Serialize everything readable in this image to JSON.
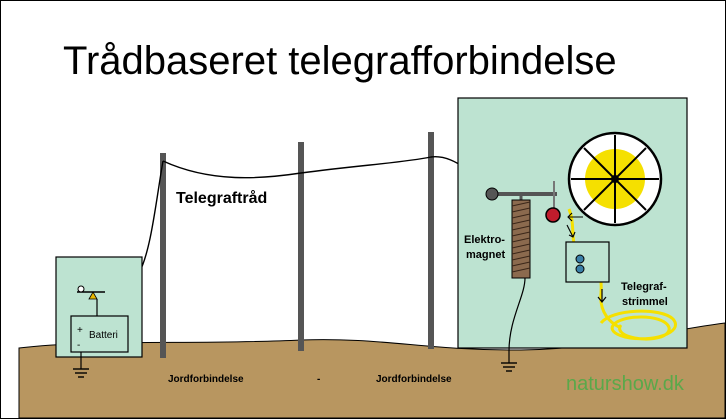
{
  "title": "Trådbaseret telegrafforbindelse",
  "labels": {
    "wire": "Telegraftråd",
    "battery": "Batteri",
    "electromagnet_line1": "Elektro-",
    "electromagnet_line2": "magnet",
    "tape_line1": "Telegraf-",
    "tape_line2": "strimmel",
    "ground_left": "Jordforbindelse",
    "ground_separator": "-",
    "ground_right": "Jordforbindelse",
    "plus": "+",
    "minus": "-"
  },
  "brand": "naturshow.dk",
  "colors": {
    "ground": "#b89660",
    "box": "#bde3d1",
    "coil": "#8b6a4e",
    "tape": "#f5e000",
    "key": "#e8b800",
    "pole": "#555555",
    "brand": "#5aa84a"
  }
}
